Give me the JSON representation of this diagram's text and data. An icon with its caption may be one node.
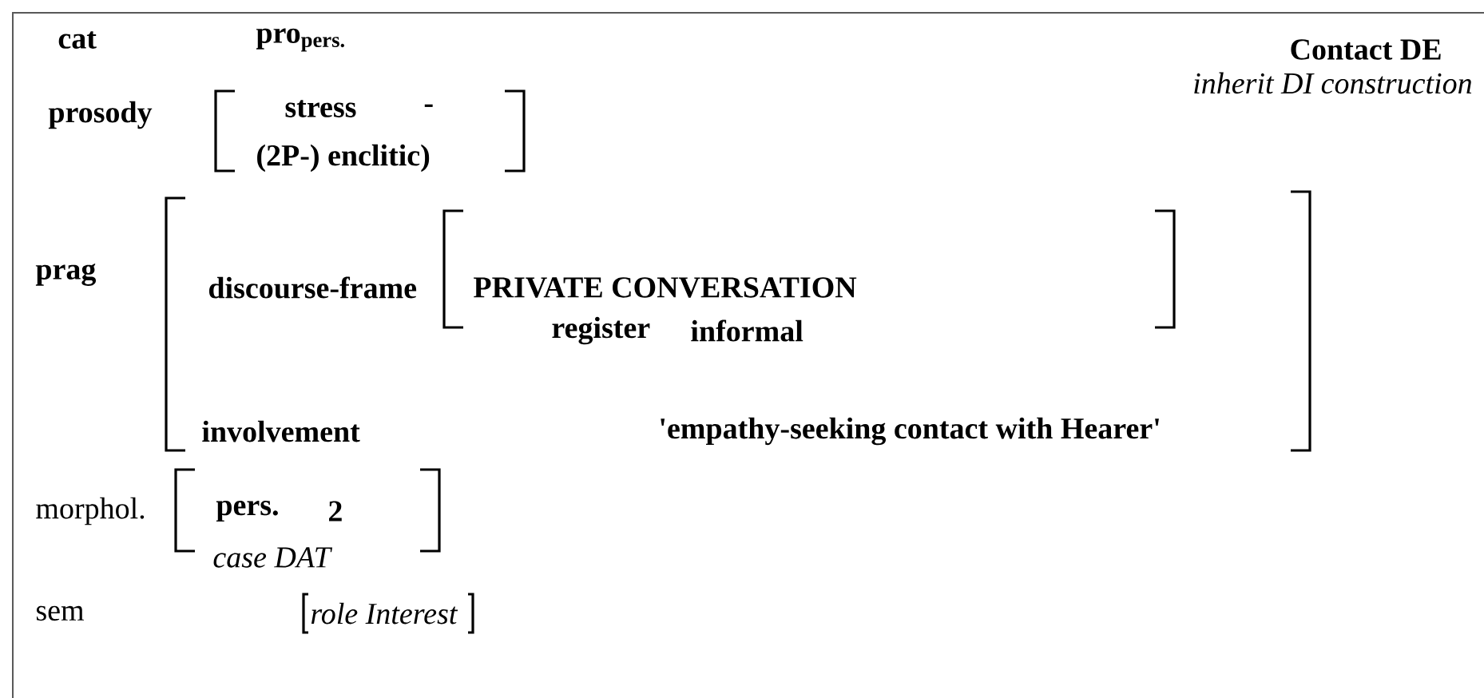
{
  "diagram": {
    "labels": [
      "cat",
      "pro$_{pers.}$",
      "Contact DE",
      "inherit DI construction",
      "prosody",
      "stress",
      "-",
      "(2P-) enclitic)",
      "prag",
      "discourse-frame",
      "PRIVATE CONVERSATION",
      "register",
      "informal",
      "involvement",
      "'empathy-seeking contact with Hearer'",
      "morphol.",
      "pers.",
      "2",
      "case DAT",
      "sem",
      "role Interest"
    ]
  }
}
